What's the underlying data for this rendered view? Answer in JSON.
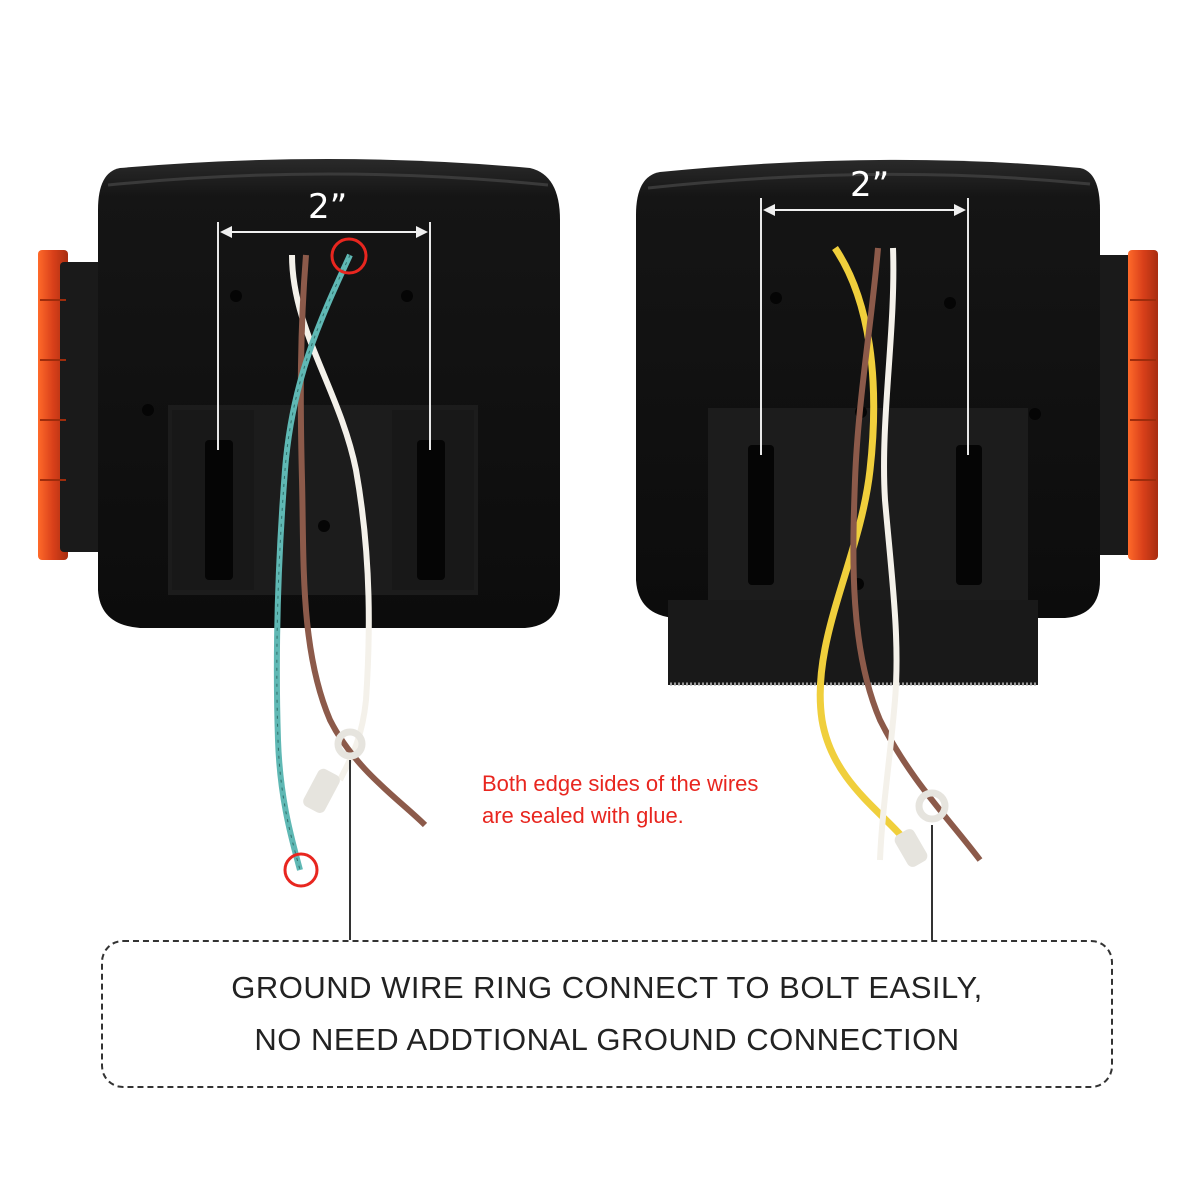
{
  "left_light": {
    "dimension_label": "2”"
  },
  "right_light": {
    "dimension_label": "2”"
  },
  "glue_note": {
    "line1": "Both edge sides of the wires",
    "line2": "are sealed with glue."
  },
  "callout": {
    "line1": "GROUND WIRE RING CONNECT TO BOLT EASILY,",
    "line2": "NO NEED ADDTIONAL GROUND CONNECTION"
  },
  "colors": {
    "housing": "#121212",
    "reflector": "#e0461c",
    "wire_green": "#5fb8b4",
    "wire_brown": "#8c5a4a",
    "wire_white": "#f4f1ea",
    "wire_yellow": "#f0cf3c",
    "highlight_circle": "#e8261f",
    "note_text": "#e8261f"
  }
}
